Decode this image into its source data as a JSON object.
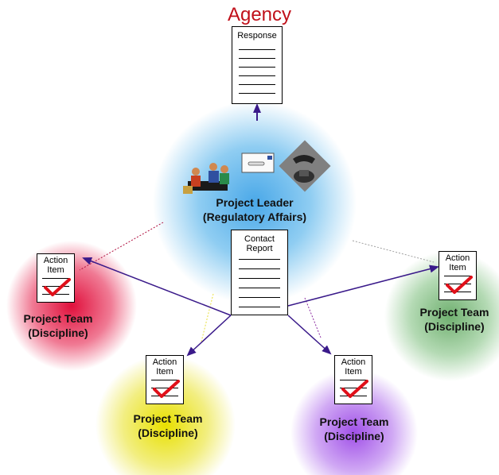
{
  "agency": {
    "label": "Agency"
  },
  "response_doc": {
    "title": "Response"
  },
  "contact_report": {
    "title_line1": "Contact",
    "title_line2": "Report"
  },
  "leader": {
    "line1": "Project Leader",
    "line2": "(Regulatory Affairs)"
  },
  "teams": [
    {
      "line1": "Project Team",
      "line2": "(Discipline)",
      "color": "#e0204a",
      "action_line1": "Action",
      "action_line2": "Item"
    },
    {
      "line1": "Project Team",
      "line2": "(Discipline)",
      "color": "#e8e020",
      "action_line1": "Action",
      "action_line2": "Item"
    },
    {
      "line1": "Project Team",
      "line2": "(Discipline)",
      "color": "#b070e8",
      "action_line1": "Action",
      "action_line2": "Item"
    },
    {
      "line1": "Project Team",
      "line2": "(Discipline)",
      "color": "#90c890",
      "action_line1": "Action",
      "action_line2": "Item"
    }
  ],
  "colors": {
    "leader": "#7fc6f0",
    "arrow": "#3a1a8a",
    "check": "#e0101a",
    "agency": "#c0101a"
  },
  "icons": [
    "meeting-clipart-icon",
    "envelope-icon",
    "telephone-icon",
    "checkmark-icon"
  ]
}
